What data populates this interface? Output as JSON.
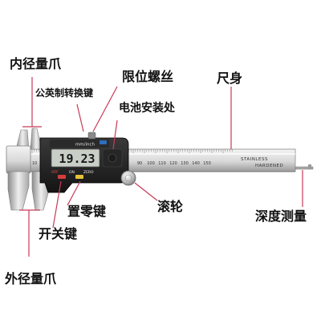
{
  "labels": {
    "inner_jaw": "内径量爪",
    "unit_switch": "公英制转换键",
    "limit_screw": "限位螺丝",
    "battery": "电池安装处",
    "ruler_body": "尺身",
    "zero_key": "置零键",
    "thumb_wheel": "滚轮",
    "power_key": "开关键",
    "depth": "深度测量",
    "outer_jaw": "外径量爪"
  },
  "device": {
    "display_value": "19.23",
    "mode_button": "mm/inch",
    "off_label": "OFF",
    "on_label": "ON",
    "zero_label": "ZERO",
    "scale_text_1": "STAINLESS",
    "scale_text_2": "HARDENED",
    "scale_ticks": [
      "90",
      "100",
      "110",
      "120",
      "130",
      "140",
      "150"
    ],
    "head_tick": "10"
  },
  "colors": {
    "label_text": "#111111",
    "pointer_line": "#c83a58",
    "steel_light": "#e6e6e6",
    "steel_dark": "#8e8e8e",
    "lcd_bg": "#c9cec7",
    "housing": "#1f1f1f"
  }
}
